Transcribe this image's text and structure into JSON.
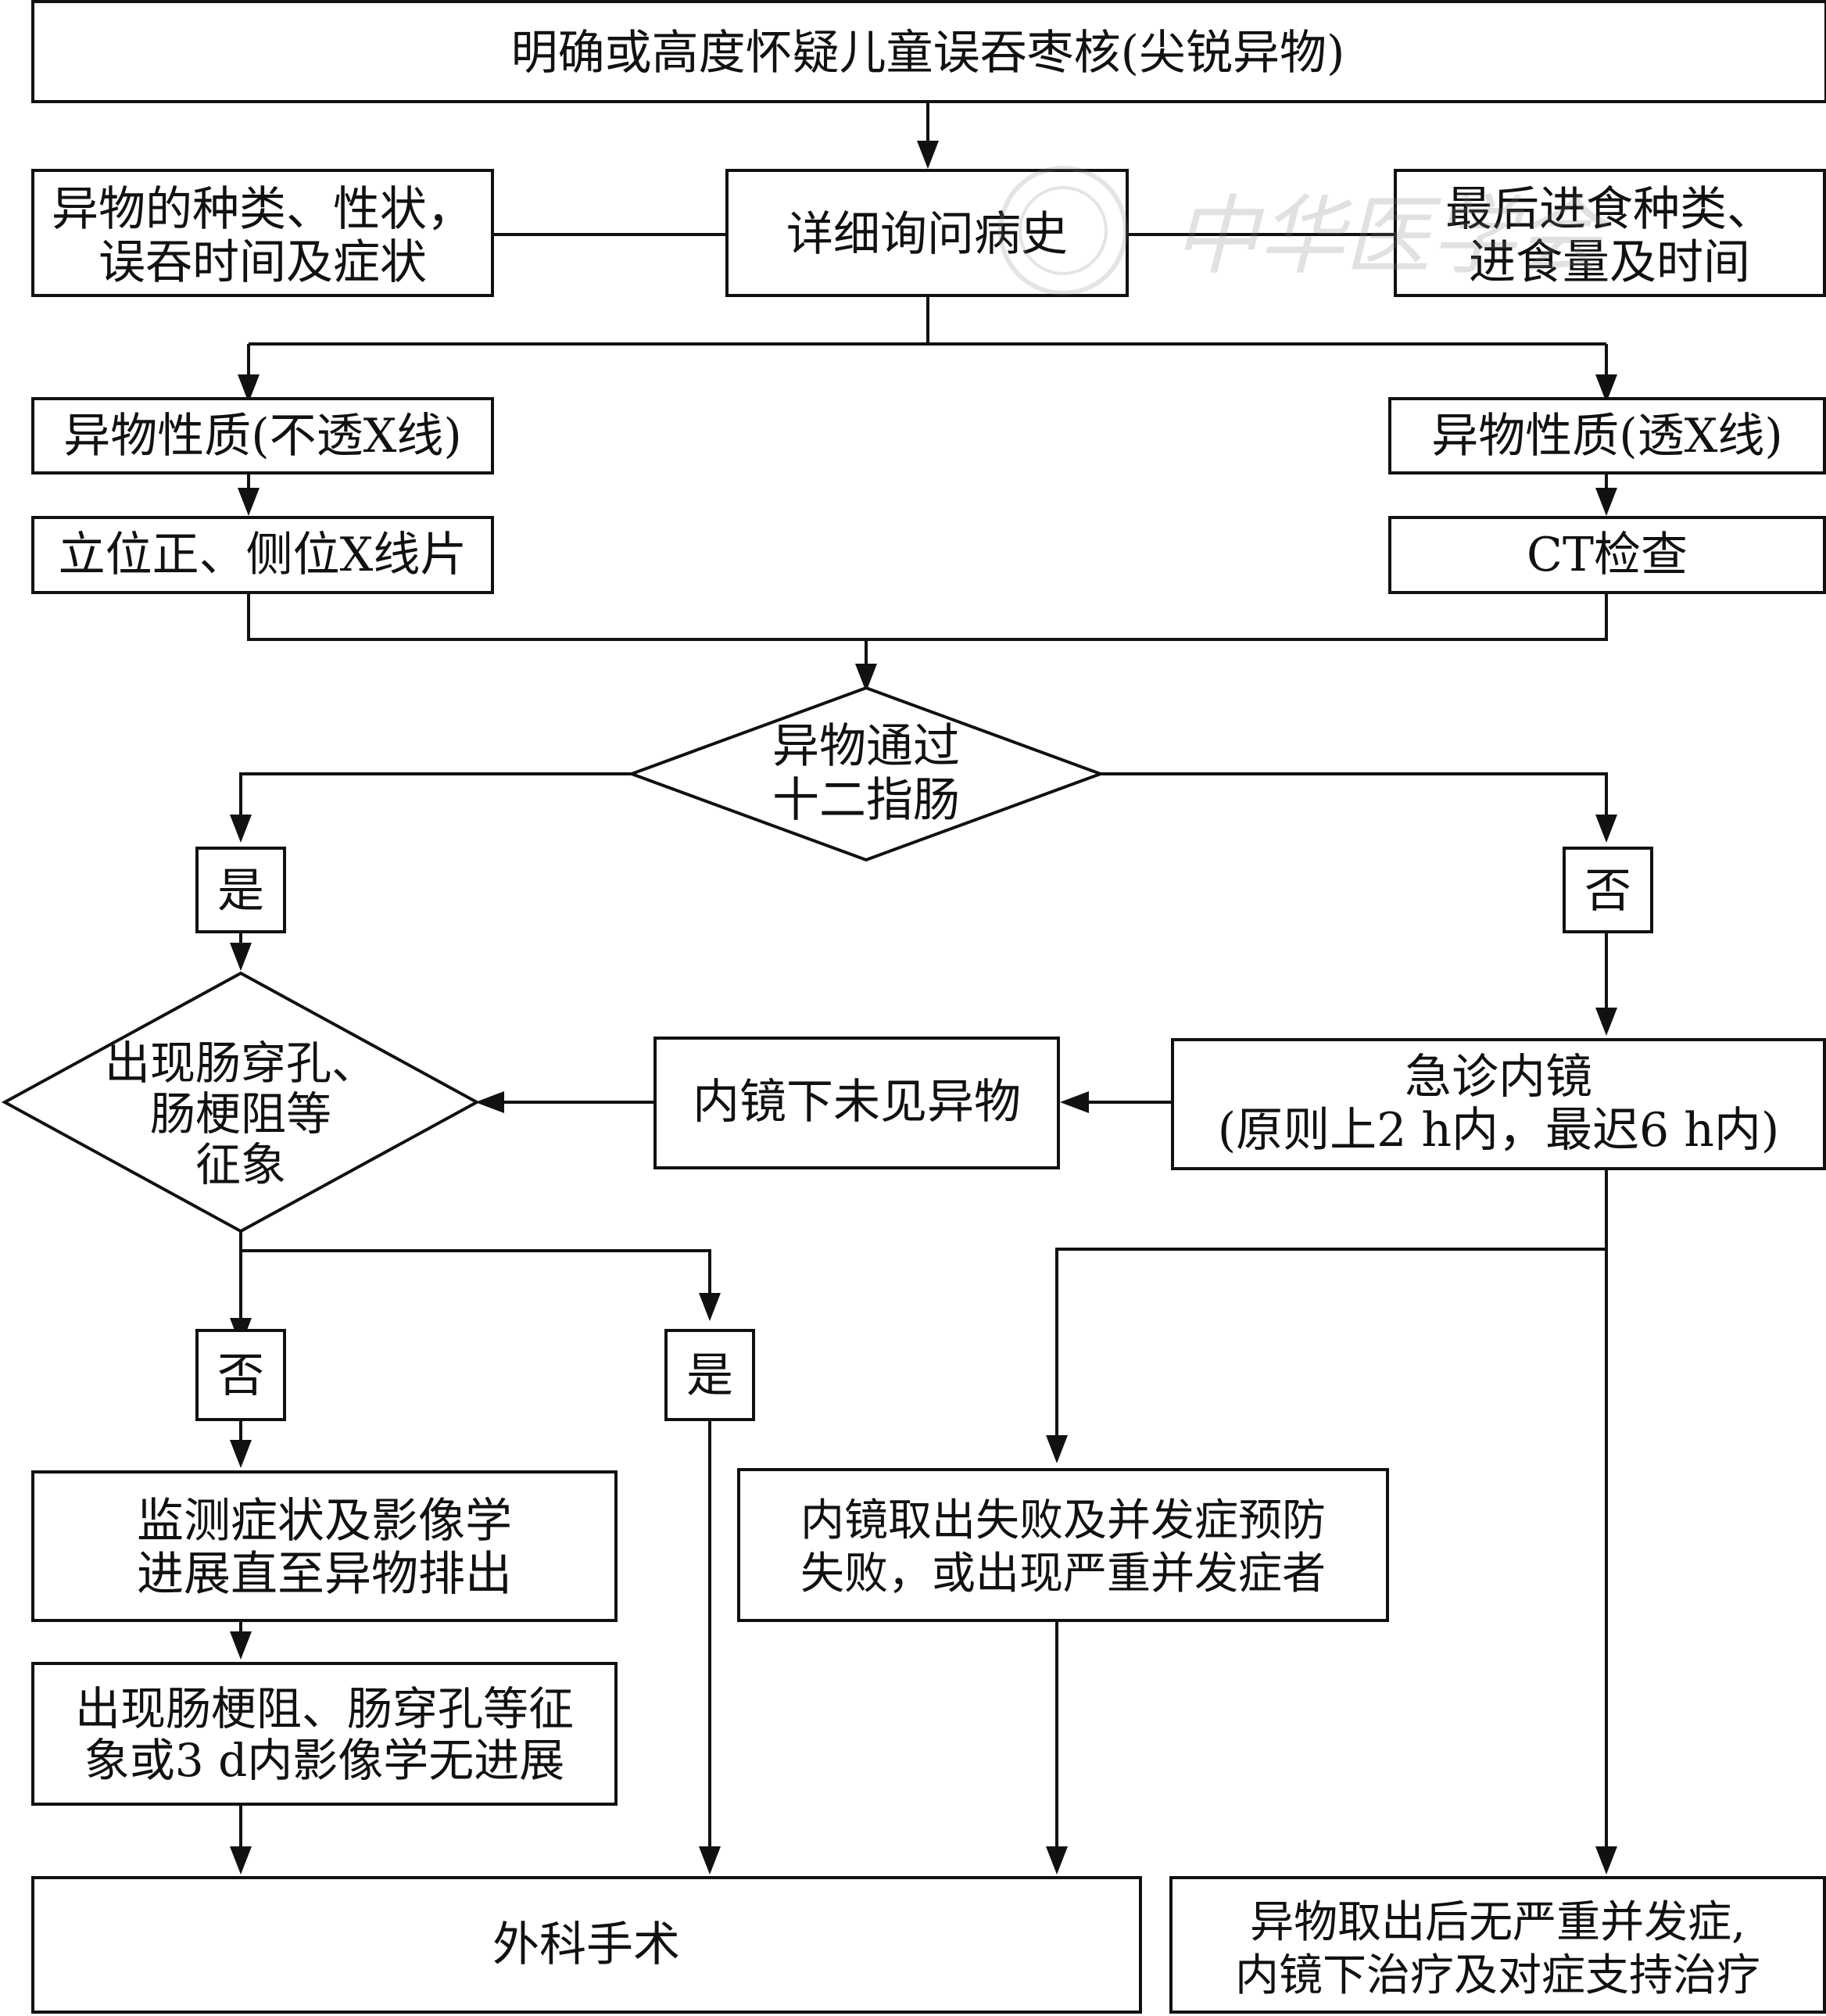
{
  "title_box": {
    "text": "明确或高度怀疑儿童误吞枣核(尖锐异物)"
  },
  "history_box": {
    "text": "详细询问病史"
  },
  "left_history_note": {
    "lines": [
      "异物的种类、性状，",
      "误吞时间及症状"
    ]
  },
  "right_history_note": {
    "lines": [
      "最后进食种类、",
      "进食量及时间"
    ]
  },
  "radiopaque_box": {
    "text": "异物性质(不透X线)"
  },
  "radiolucent_box": {
    "text": "异物性质(透X线)"
  },
  "xray_box": {
    "text": "立位正、侧位X线片"
  },
  "ct_box": {
    "text": "CT检查"
  },
  "duodenum_decision": {
    "lines": [
      "异物通过",
      "十二指肠"
    ]
  },
  "duodenum_yes_label": {
    "text": "是"
  },
  "duodenum_no_label": {
    "text": "否"
  },
  "complication_decision": {
    "lines": [
      "出现肠穿孔、",
      "肠梗阻等",
      "征象"
    ]
  },
  "not_seen_box": {
    "text": "内镜下未见异物"
  },
  "emergency_endoscopy_box": {
    "lines": [
      "急诊内镜",
      "(原则上2 h内，最迟6 h内)"
    ]
  },
  "complication_no_label": {
    "text": "否"
  },
  "complication_yes_label": {
    "text": "是"
  },
  "monitor_box": {
    "lines": [
      "监测症状及影像学",
      "进展直至异物排出"
    ]
  },
  "escalation_box": {
    "lines": [
      "出现肠梗阻、肠穿孔等征",
      "象或3 d内影像学无进展"
    ]
  },
  "failure_box": {
    "lines": [
      "内镜取出失败及并发症预防",
      "失败，或出现严重并发症者"
    ]
  },
  "surgery_box": {
    "text": "外科手术"
  },
  "success_box": {
    "lines": [
      "异物取出后无严重并发症,",
      "内镜下治疗及对症支持治疗"
    ]
  },
  "watermark": {
    "text": "中华医学会"
  }
}
